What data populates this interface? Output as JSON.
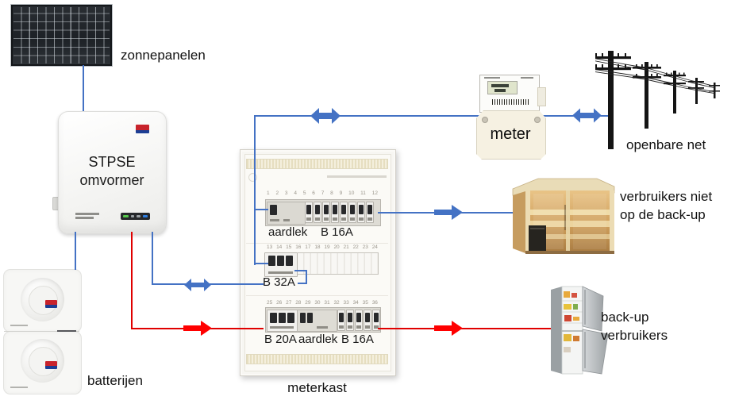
{
  "labels": {
    "solar": "zonnepanelen",
    "inverter_l1": "STPSE",
    "inverter_l2": "omvormer",
    "batteries": "batterijen",
    "meterkast": "meterkast",
    "meter": "meter",
    "grid": "openbare net",
    "non_backup_l1": "verbruikers niet",
    "non_backup_l2": "op de back-up",
    "backup_l1": "back-up",
    "backup_l2": "verbruikers"
  },
  "meterkast": {
    "row1": {
      "numbers": "1 2 3 4 5 6 7 8 9 10 11 12",
      "label_left": "aardlek",
      "label_right": "B 16A"
    },
    "row2": {
      "numbers": "13 14 15 16 17 18 19 20 21 22 23 24",
      "label": "B 32A"
    },
    "row3": {
      "numbers": "25 26 27 28 29 30 31 32 33 34 35 36",
      "label_left": "B 20A",
      "label_mid": "aardlek",
      "label_right": "B 16A"
    }
  },
  "colors": {
    "ac_line_blue": "#4472C4",
    "backup_line_red": "#E00000",
    "arrow_blue": "#4472C4",
    "arrow_red": "#FF0000"
  }
}
